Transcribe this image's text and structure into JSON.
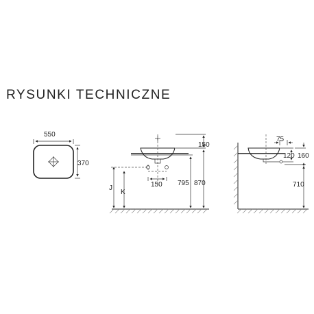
{
  "title": "RYSUNKI TECHNICZNE",
  "top_view": {
    "width_label": "550",
    "height_label": "370"
  },
  "front_view": {
    "rim_label": "150",
    "offset_label": "150",
    "height_795": "795",
    "height_870": "870",
    "label_j": "J",
    "label_k": "K"
  },
  "side_view": {
    "label_75": "75",
    "label_120": "120",
    "label_160": "160",
    "label_710": "710"
  }
}
